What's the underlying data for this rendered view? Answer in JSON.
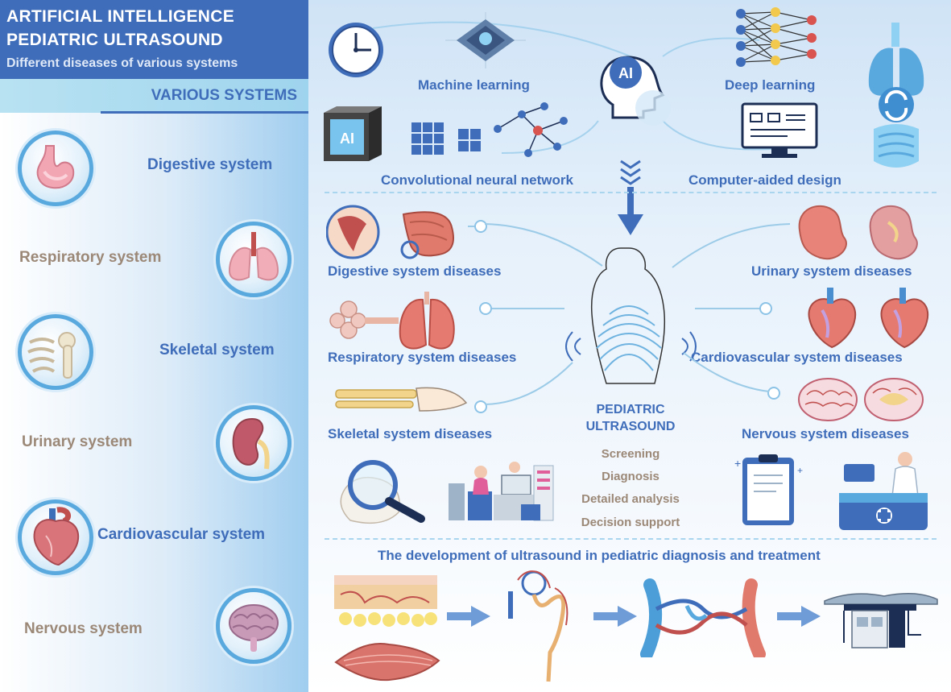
{
  "header": {
    "title_line1": "ARTIFICIAL INTELLIGENCE",
    "title_line2": "PEDIATRIC ULTRASOUND",
    "subtitle": "Different diseases of various systems",
    "section_label": "VARIOUS SYSTEMS"
  },
  "systems": [
    {
      "label": "Digestive system"
    },
    {
      "label": "Respiratory system"
    },
    {
      "label": "Skeletal system"
    },
    {
      "label": "Urinary system"
    },
    {
      "label": "Cardiovascular system"
    },
    {
      "label": "Nervous system"
    }
  ],
  "ai_methods": {
    "machine_learning": "Machine learning",
    "deep_learning": "Deep learning",
    "cnn": "Convolutional neural network",
    "cad": "Computer-aided design",
    "ai_badge": "AI",
    "ai_cube": "AI"
  },
  "diseases": {
    "digestive": "Digestive system diseases",
    "respiratory": "Respiratory system diseases",
    "skeletal": "Skeletal system diseases",
    "urinary": "Urinary system diseases",
    "cardiovascular": "Cardiovascular system diseases",
    "nervous": "Nervous system diseases"
  },
  "center": {
    "line1": "PEDIATRIC",
    "line2": "ULTRASOUND",
    "steps": [
      "Screening",
      "Diagnosis",
      "Detailed analysis",
      "Decision support"
    ]
  },
  "development_title": "The development of ultrasound in pediatric diagnosis and treatment",
  "colors": {
    "primary_blue": "#3f6db9",
    "tan": "#9c8877",
    "light_blue": "#a9d6ee",
    "accent_red": "#d9534f"
  },
  "icons": [
    "clock-icon",
    "chip-icon",
    "neural-network-icon",
    "ai-head-icon",
    "ai-cube-icon",
    "matrix-icon",
    "graph-icon",
    "monitor-icon",
    "organs-icon",
    "stomach-icon",
    "lungs-icon",
    "bones-icon",
    "kidney-icon",
    "heart-icon",
    "brain-icon",
    "magnifier-icon",
    "clinic-icon",
    "clipboard-icon",
    "doctor-desk-icon",
    "skin-tissue-icon",
    "muscle-icon",
    "nephron-icon",
    "vessel-icon",
    "ultrasound-machine-icon",
    "arrow-icon",
    "child-body-icon"
  ]
}
